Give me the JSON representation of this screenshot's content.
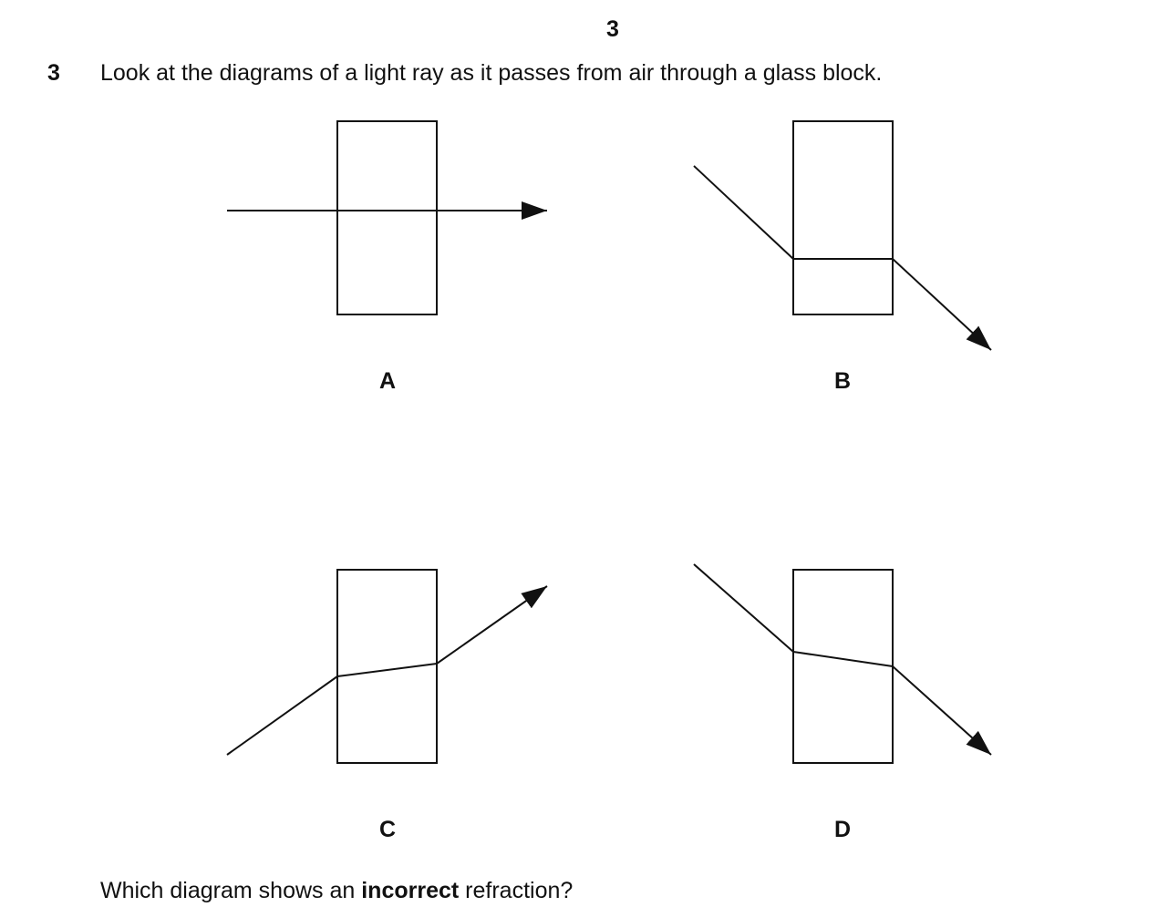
{
  "page_number": "3",
  "question": {
    "number": "3",
    "text": "Look at the diagrams of a light ray as it passes from air through a glass block."
  },
  "diagrams": [
    {
      "label": "A"
    },
    {
      "label": "B"
    },
    {
      "label": "C"
    },
    {
      "label": "D"
    }
  ],
  "prompt": {
    "before": "Which diagram shows an ",
    "emphasis": "incorrect",
    "after": " refraction?"
  },
  "colors": {
    "ink": "#111111",
    "background": "#ffffff"
  }
}
